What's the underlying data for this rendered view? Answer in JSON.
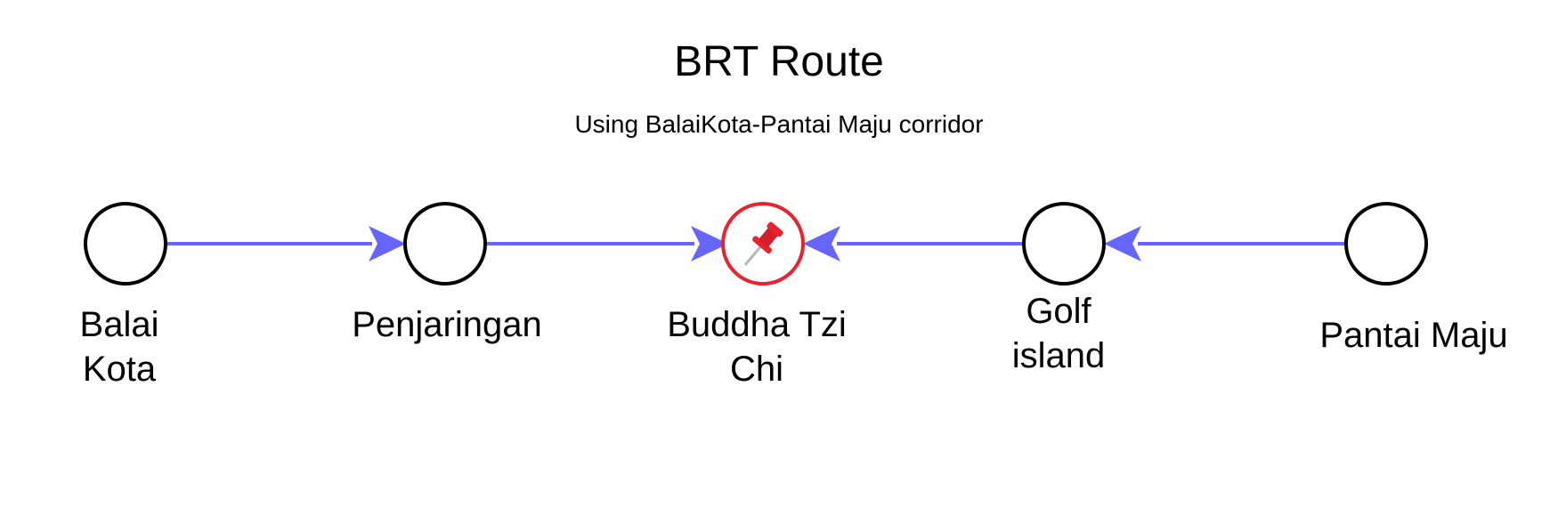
{
  "title": "BRT Route",
  "subtitle": "Using BalaiKota-Pantai Maju corridor",
  "colors": {
    "connector": "#6666ff",
    "station_border": "#000000",
    "highlight_border": "#e8222e",
    "pin": "#e8222e"
  },
  "stations": [
    {
      "label": "Balai\nKota",
      "icon": "none"
    },
    {
      "label": "Penjaringan",
      "icon": "none"
    },
    {
      "label": "Buddha Tzi\nChi",
      "icon": "pushpin-icon",
      "highlighted": true
    },
    {
      "label": "Golf\nisland",
      "icon": "none"
    },
    {
      "label": "Pantai Maju",
      "icon": "none"
    }
  ],
  "connectors": [
    {
      "from": "Balai Kota",
      "to": "Penjaringan"
    },
    {
      "from": "Penjaringan",
      "to": "Buddha Tzi Chi"
    },
    {
      "from": "Golf island",
      "to": "Buddha Tzi Chi"
    },
    {
      "from": "Pantai Maju",
      "to": "Golf island"
    }
  ]
}
